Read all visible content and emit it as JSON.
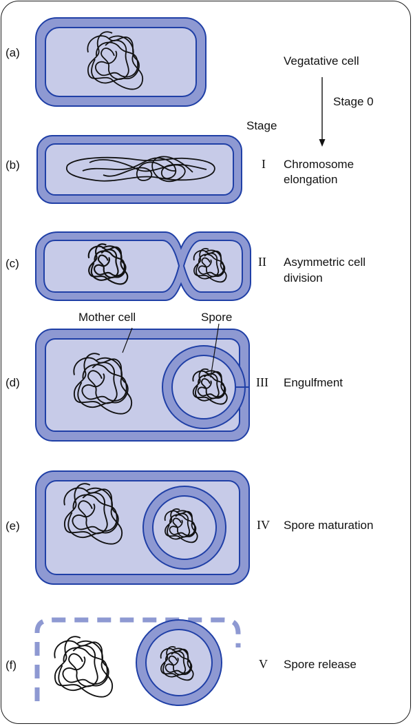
{
  "vegetative_label": "Vegatative cell",
  "stage0_label": "Stage 0",
  "stage_header": "Stage",
  "mother_cell_label": "Mother cell",
  "spore_label": "Spore",
  "panels": [
    {
      "letter": "(a)",
      "numeral": "",
      "desc_line1": "",
      "desc_line2": ""
    },
    {
      "letter": "(b)",
      "numeral": "I",
      "desc_line1": "Chromosome",
      "desc_line2": "elongation"
    },
    {
      "letter": "(c)",
      "numeral": "II",
      "desc_line1": "Asymmetric cell",
      "desc_line2": "division"
    },
    {
      "letter": "(d)",
      "numeral": "III",
      "desc_line1": "Engulfment",
      "desc_line2": ""
    },
    {
      "letter": "(e)",
      "numeral": "IV",
      "desc_line1": "Spore maturation",
      "desc_line2": ""
    },
    {
      "letter": "(f)",
      "numeral": "V",
      "desc_line1": "Spore release",
      "desc_line2": ""
    }
  ],
  "colors": {
    "cell_wall": "#8e99d2",
    "cytoplasm": "#c7cbe8",
    "membrane": "#1f3fa6",
    "dna": "#111111"
  }
}
